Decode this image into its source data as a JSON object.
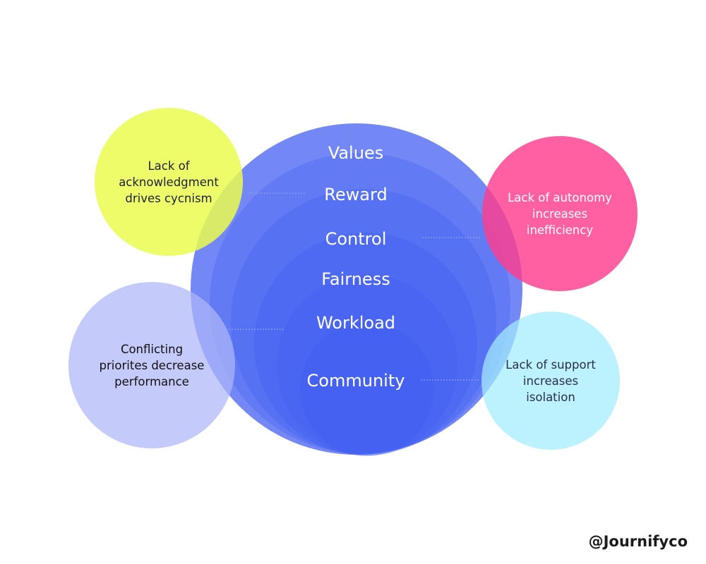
{
  "diagram": {
    "layers": [
      {
        "id": "values",
        "label": "Values"
      },
      {
        "id": "reward",
        "label": "Reward"
      },
      {
        "id": "control",
        "label": "Control"
      },
      {
        "id": "fairness",
        "label": "Fairness"
      },
      {
        "id": "workload",
        "label": "Workload"
      },
      {
        "id": "community",
        "label": "Community"
      }
    ],
    "bubbles": [
      {
        "id": "acknowledgment",
        "text": "Lack of\nacknowledgment\ndrives cycnism",
        "color": "#EAFC4F",
        "text_color": "#1f1f3a",
        "linked_layer": "reward"
      },
      {
        "id": "autonomy",
        "text": "Lack of autonomy\nincreases\ninefficiency",
        "color": "#FF3D8E",
        "text_color": "#ffffff",
        "linked_layer": "control"
      },
      {
        "id": "conflicting",
        "text": "Conflicting\npriorites decrease\nperformance",
        "color": "#ADB7F8",
        "text_color": "#111111",
        "linked_layer": "workload"
      },
      {
        "id": "support",
        "text": "Lack of support\nincreases\nisolation",
        "color": "#A2EDFC",
        "text_color": "#2a2f45",
        "linked_layer": "community"
      }
    ],
    "colors": {
      "layer_fill": "#3D5AF1",
      "connector": "#8EA4F5"
    }
  },
  "footer": {
    "handle": "@Journifyco"
  }
}
